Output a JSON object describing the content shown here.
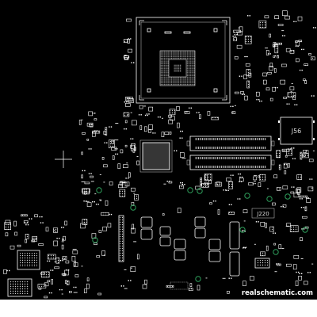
{
  "viewer": {
    "background": "#000000",
    "silkscreen_color": "#ffffff",
    "marker_color": "#2e9e5b",
    "cursor_icon": "crosshair-icon"
  },
  "connectors": {
    "j56": "J56",
    "j220": "J220"
  },
  "watermark": "realschematic.com"
}
